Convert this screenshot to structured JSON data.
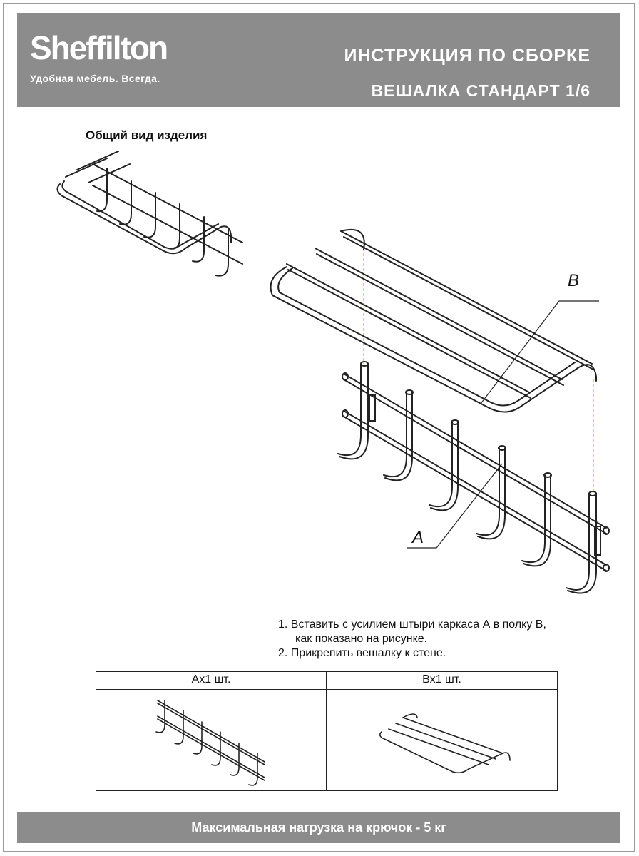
{
  "header": {
    "brand": "Sheffilton",
    "tagline": "Удобная мебель. Всегда.",
    "title_line1": "ИНСТРУКЦИЯ ПО СБОРКЕ",
    "title_line2": "ВЕШАЛКА СТАНДАРТ 1/6"
  },
  "general_view": {
    "title": "Общий вид изделия"
  },
  "labels": {
    "part_a": "A",
    "part_b": "B"
  },
  "steps": [
    {
      "number": "1.",
      "line1": "Вставить с усилием штыри каркаса А в полку В,",
      "line2": "как показано на рисунке."
    },
    {
      "number": "2.",
      "line1": "Прикрепить вешалку к стене."
    }
  ],
  "parts_table": {
    "part_a": "Ах1 шт.",
    "part_b": "Вх1 шт."
  },
  "footer": {
    "note": "Максимальная нагрузка на крючок - 5 кг"
  },
  "colors": {
    "header_bg": "#8c8c8c",
    "guide_line": "#d8b25a"
  }
}
